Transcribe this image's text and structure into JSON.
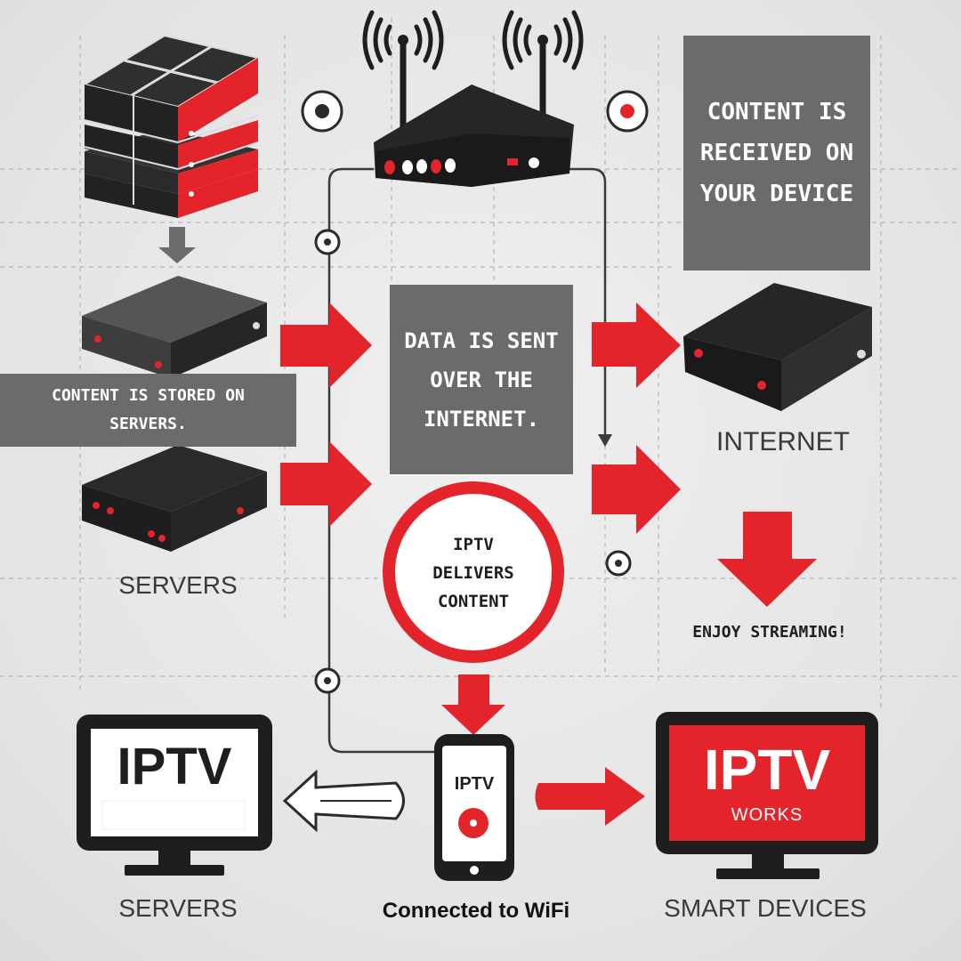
{
  "boxes": {
    "received": "CONTENT IS RECEIVED ON YOUR DEVICE",
    "sent": "DATA IS SENT OVER THE INTERNET.",
    "stored": "CONTENT IS STORED ON SERVERS."
  },
  "circle": "IPTV DELIVERS CONTENT",
  "labels": {
    "internet": "INTERNET",
    "servers_mid": "SERVERS",
    "enjoy": "ENJOY STREAMING!",
    "servers_bottom": "SERVERS",
    "wifi": "Connected to WiFi",
    "smart": "SMART DEVICES"
  },
  "screens": {
    "left_tv": "IPTV",
    "phone": "IPTV",
    "right_tv": "IPTV",
    "right_tv_sub": "WORKS"
  },
  "colors": {
    "red": "#e3242b",
    "gray_box": "#6b6b6b",
    "device": "#2b2b2b"
  }
}
